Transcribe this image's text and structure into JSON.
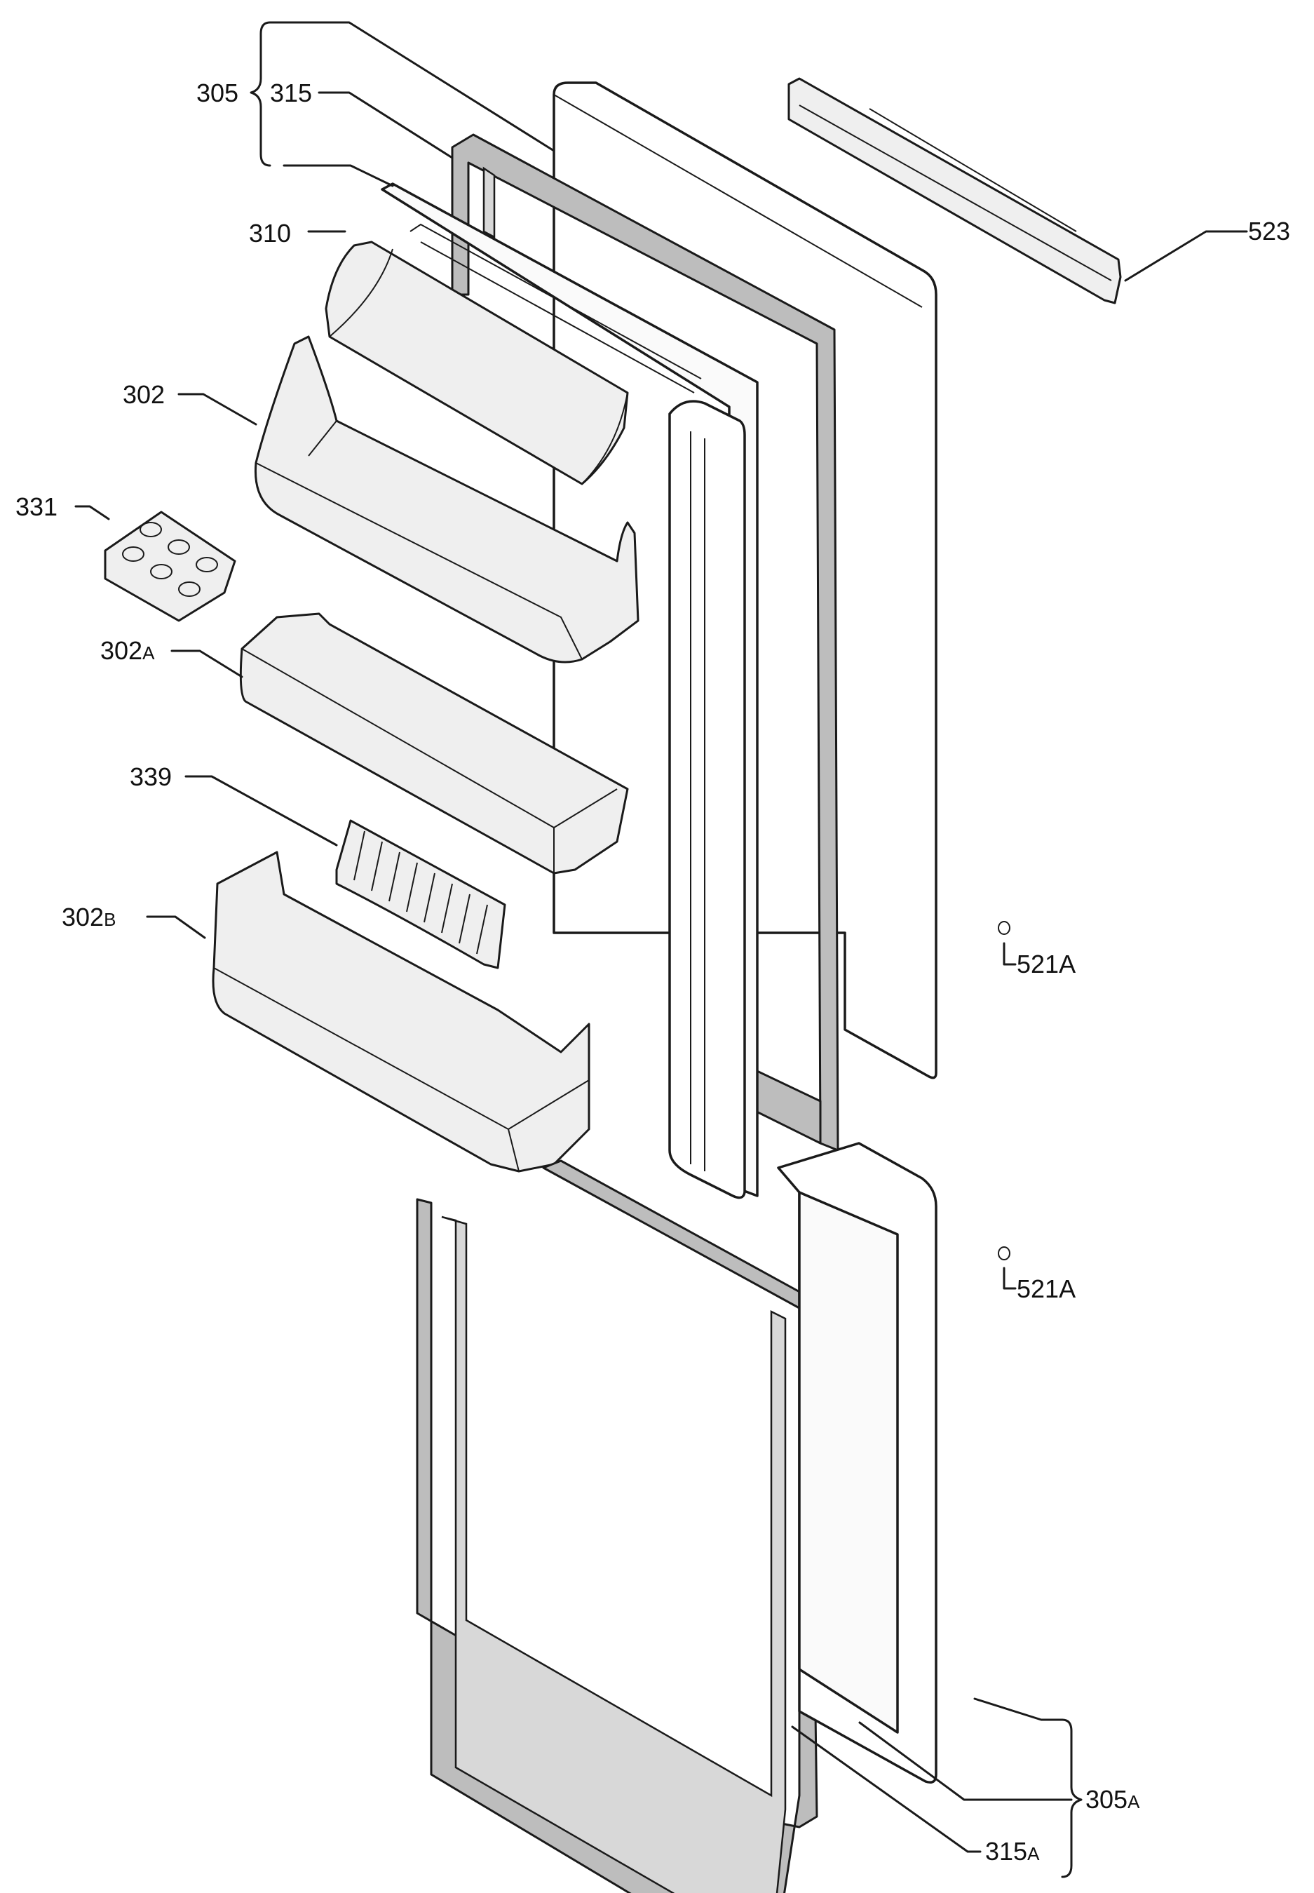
{
  "labels": {
    "l305": "305",
    "l315": "315",
    "l310": "310",
    "l302": "302",
    "l331": "331",
    "l302a_num": "302",
    "l302a_suf": "A",
    "l339": "339",
    "l302b_num": "302",
    "l302b_suf": "B",
    "l523": "523",
    "l521a_top": "521A",
    "l521a_bot": "521A",
    "l305a_num": "305",
    "l305a_suf": "A",
    "l315a_num": "315",
    "l315a_suf": "A"
  }
}
